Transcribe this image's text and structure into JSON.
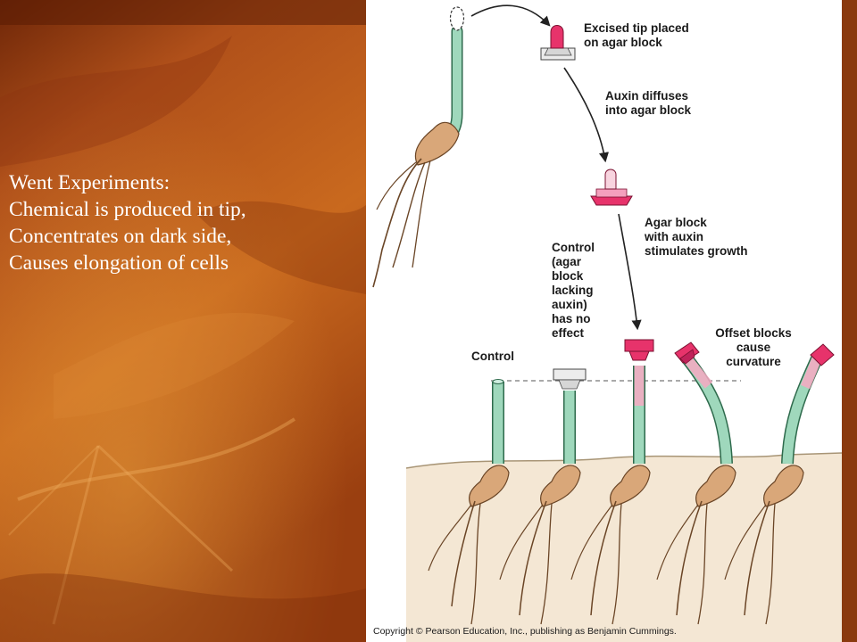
{
  "slide": {
    "text_lines": [
      "Went Experiments:",
      "Chemical is produced in tip,",
      "Concentrates on dark side,",
      "Causes elongation of cells"
    ],
    "background_colors": [
      "#7a2e0a",
      "#b9561a",
      "#d2781f"
    ]
  },
  "figure": {
    "labels": {
      "excised_l1": "Excised tip placed",
      "excised_l2": "on agar block",
      "diffuse_l1": "Auxin diffuses",
      "diffuse_l2": "into agar block",
      "agar_l1": "Agar block",
      "agar_l2": "with auxin",
      "agar_l3": "stimulates growth",
      "ctrl_l1": "Control",
      "ctrl_l2": "(agar",
      "ctrl_l3": "block",
      "ctrl_l4": "lacking",
      "ctrl_l5": "auxin)",
      "ctrl_l6": "has no",
      "ctrl_l7": "effect",
      "control": "Control",
      "offset_l1": "Offset blocks",
      "offset_l2": "cause",
      "offset_l3": "curvature"
    },
    "copyright": "Copyright © Pearson Education, Inc., publishing as Benjamin Cummings.",
    "colors": {
      "stem": "#9fd8bc",
      "auxin_block": "#e7336b",
      "agar_plain": "#ececec",
      "soil": "#f4e7d4",
      "seed": "#d9a779"
    }
  }
}
